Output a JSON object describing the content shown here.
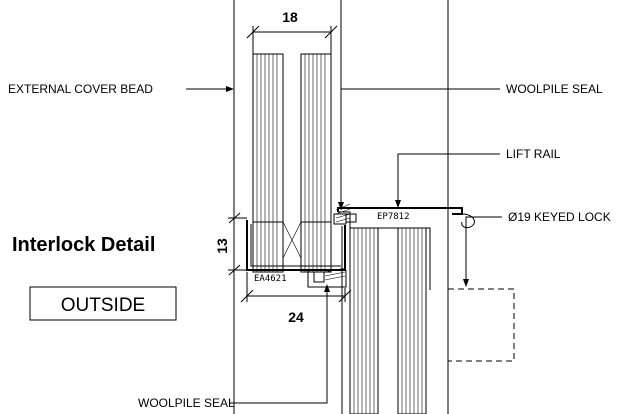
{
  "title": "Interlock Detail",
  "side_label": "OUTSIDE",
  "callouts": {
    "external_cover_bead": "EXTERNAL COVER BEAD",
    "woolpile_seal_top": "WOOLPILE SEAL",
    "lift_rail": "LIFT RAIL",
    "keyed_lock": "Ø19 KEYED LOCK",
    "woolpile_seal_bottom": "WOOLPILE SEAL"
  },
  "dimensions": {
    "top_width": "18",
    "left_height": "13",
    "bottom_width": "24"
  },
  "part_codes": {
    "ea": "EA4621",
    "ep": "EP7812"
  }
}
